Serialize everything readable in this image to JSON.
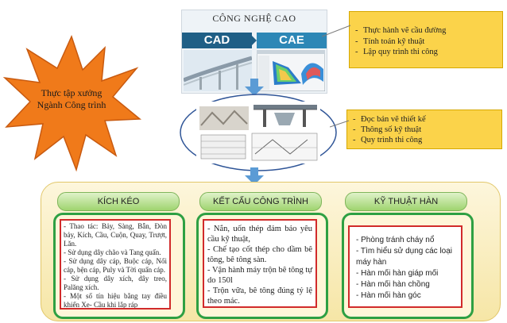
{
  "star_label_line1": "Thực tập xưởng",
  "star_label_line2": "Ngành Công trình",
  "banner": {
    "title": "CÔNG NGHỆ CAO",
    "cad": "CAD",
    "cae": "CAE"
  },
  "note_top": {
    "items": [
      "Thực hành vẽ cầu đường",
      "Tính toán kỹ thuật",
      "Lập quy trình thi công"
    ]
  },
  "note_mid": {
    "items": [
      "Đọc bản vẽ thiết kế",
      "Thông số kỹ thuật",
      "Quy trình thi công"
    ]
  },
  "columns": [
    {
      "header": "KÍCH KÉO",
      "items": [
        "- Thao tác: Bảy, Sàng, Bẫn, Đòn bảy, Kích, Cầu, Cuộn, Quay, Trượt, Lăn.",
        "- Sử dụng dây chão và Tang quấn.",
        "- Sử dụng dây cáp, Buộc cáp, Nối cáp, bện cáp, Puly và Tời quấn cáp.",
        "- Sử dụng dây xích, dây treo, Palăng xích.",
        "- Một số tín hiệu bằng tay điều khiển Xe- Cầu khi lắp ráp"
      ]
    },
    {
      "header": "KẾT CẤU CÔNG TRÌNH",
      "items": [
        "- Nắn, uốn thép đảm bảo yêu cầu kỹ thuật,",
        "- Chế tạo cốt thép cho dầm bê tông, bê tông sàn.",
        "- Vận hành máy trộn bê tông tự do 150l",
        "- Trộn vữa, bê tông đúng tỷ lệ theo mác."
      ]
    },
    {
      "header": "KỸ THUẬT HÀN",
      "items": [
        "- Phòng tránh cháy nổ",
        "- Tìm hiểu sử dụng các loại máy hàn",
        "- Hàn mối hàn giáp mối",
        "- Hàn mối hàn chồng",
        "- Hàn mối hàn góc"
      ]
    }
  ],
  "colors": {
    "star": "#f07a1a",
    "arrow": "#5b9bd5",
    "note": "#fbd34a",
    "green": "#2ea043",
    "red": "#d12b2b"
  },
  "icons": [
    "star-shape",
    "down-arrow",
    "drawing-photo",
    "cad-model-photo",
    "fem-simulation-photo"
  ]
}
